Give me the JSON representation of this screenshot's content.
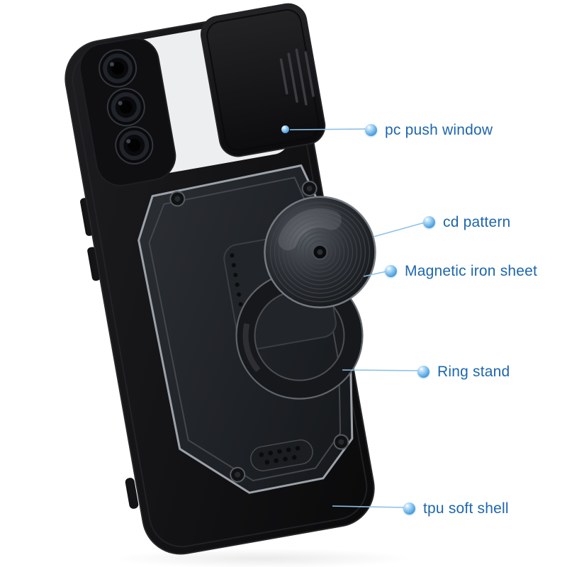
{
  "annotations": [
    {
      "id": "pc-push-window",
      "label": "pc push window"
    },
    {
      "id": "cd-pattern",
      "label": "cd pattern"
    },
    {
      "id": "magnetic-iron-sheet",
      "label": "Magnetic iron sheet"
    },
    {
      "id": "ring-stand",
      "label": "Ring stand"
    },
    {
      "id": "tpu-soft-shell",
      "label": "tpu soft shell"
    }
  ],
  "colors": {
    "background": "#ffffff",
    "label_text": "#1d66ae",
    "annotation_dot": "#3d94d9",
    "annotation_line": "#8cc1e9",
    "case_black": "#121214",
    "armor_plate": "#202327",
    "plate_edge_silver": "#9ba1a8",
    "screen_white": "#eceef0"
  }
}
